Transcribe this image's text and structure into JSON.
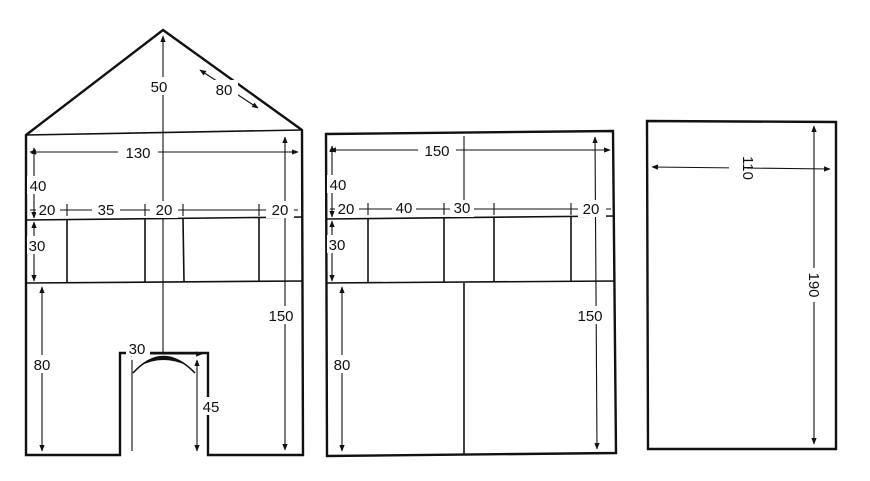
{
  "front_panel": {
    "roof_height": "50",
    "roof_slope": "80",
    "width": "130",
    "top_band": "40",
    "band_height": "30",
    "slot_left_margin": "20",
    "slot_width": "35",
    "slot_gap": "20",
    "slot_right_margin": "20",
    "wall_height": "150",
    "lower_height": "80",
    "door_width": "30",
    "door_height": "45"
  },
  "back_panel": {
    "width": "150",
    "top_band": "40",
    "band_height": "30",
    "slot_left_margin": "20",
    "slot_width": "40",
    "slot_gap": "30",
    "slot_right_margin": "20",
    "wall_height": "150",
    "lower_height": "80"
  },
  "side_panel": {
    "width": "110",
    "height": "190"
  }
}
